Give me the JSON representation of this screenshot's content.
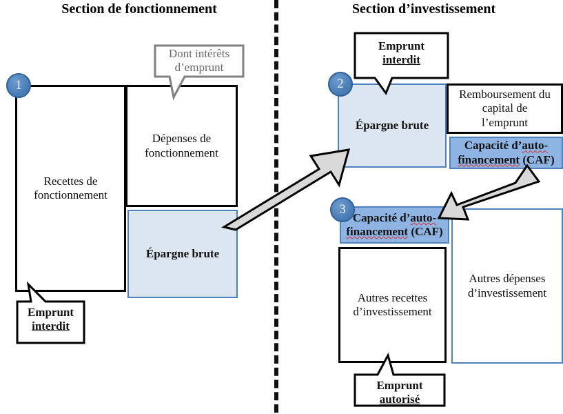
{
  "titles": {
    "left": "Section de fonctionnement",
    "right": "Section d’investissement"
  },
  "badges": {
    "one": "1",
    "two": "2",
    "three": "3"
  },
  "left_section": {
    "recettes": {
      "line1": "Recettes de",
      "line2": "fonctionnement"
    },
    "depenses": {
      "line1": "Dépenses de",
      "line2": "fonctionnement"
    },
    "epargne_brute": "Épargne brute",
    "callout_interets": {
      "line1": "Dont intérêts",
      "line2": "d’emprunt"
    },
    "callout_emprunt_interdit": {
      "line1": "Emprunt",
      "line2": "interdit"
    }
  },
  "right_section": {
    "callout_emprunt_interdit": {
      "line1": "Emprunt",
      "line2": "interdit"
    },
    "epargne_brute": "Épargne brute",
    "remboursement": {
      "line1": "Remboursement du",
      "line2": "capital de",
      "line3": "l’emprunt"
    },
    "caf_top": {
      "line1_a": "Capacité d’",
      "line1_b": "auto-",
      "line2_a": "financement",
      "line2_b": " (CAF)"
    },
    "caf_bottom": {
      "line1_a": "Capacité d’",
      "line1_b": "auto-",
      "line2_a": "financement",
      "line2_b": " (CAF)"
    },
    "autres_recettes": {
      "line1": "Autres recettes",
      "line2": "d’investissement"
    },
    "autres_depenses": {
      "line1": "Autres dépenses",
      "line2": "d’investissement"
    },
    "callout_emprunt_autorise": {
      "line1": "Emprunt",
      "line2": "autorisé"
    }
  },
  "arrows": {
    "arrow_epargne_to_investissement": "arrow-up-right",
    "arrow_caf_to_caf": "arrow-down-left"
  },
  "colors": {
    "light_blue_fill": "#dce6f1",
    "mid_blue_fill": "#8eb4e3",
    "blue_border": "#4f81bd",
    "badge_blue": "#4d80b8",
    "arrow_fill": "#d9d9d9",
    "gray_callout_border": "#808080",
    "black": "#000000"
  }
}
